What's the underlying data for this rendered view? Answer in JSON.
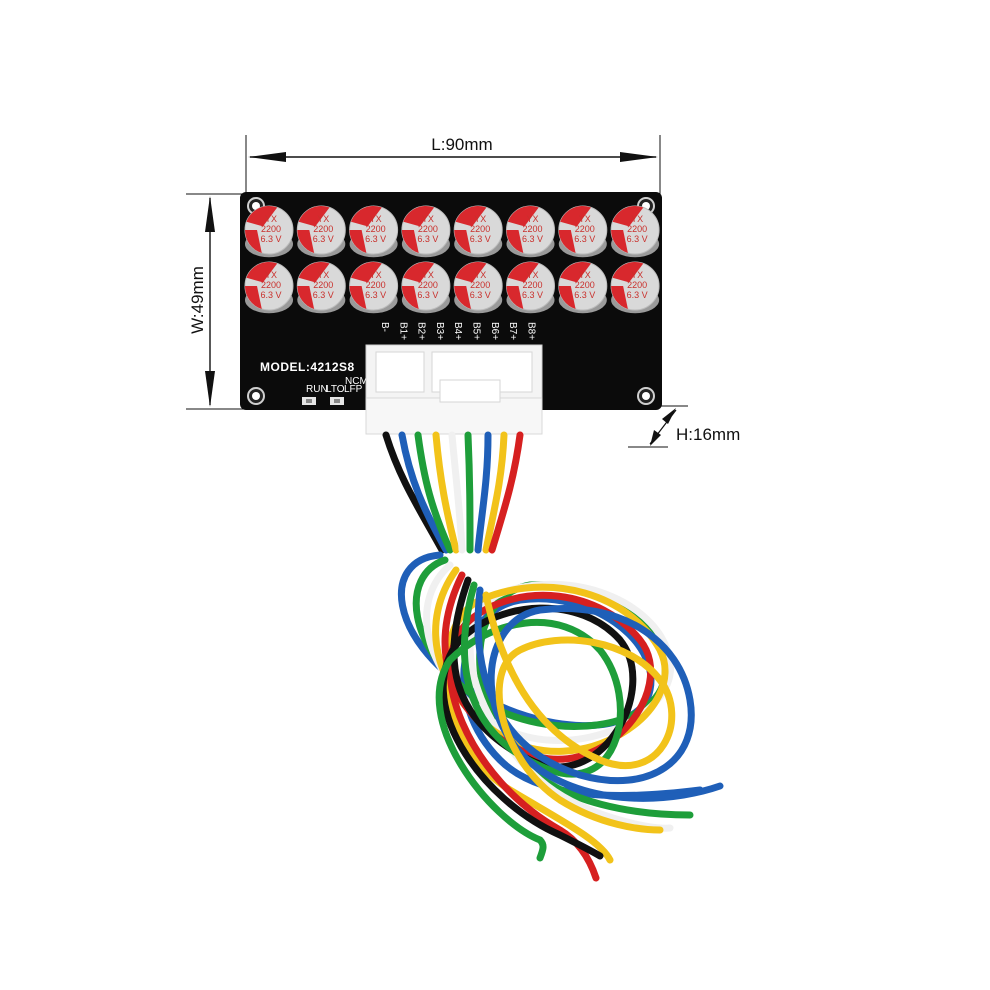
{
  "dimensions": {
    "length": "L:90mm",
    "width": "W:49mm",
    "height": "H:16mm"
  },
  "board": {
    "model": "MODEL:4212S8",
    "silkscreen_right": "NCM",
    "indicators": [
      "RUN",
      "LTO",
      "LFP"
    ],
    "pin_labels": [
      "B-",
      "B1+",
      "B2+",
      "B3+",
      "B4+",
      "B5+",
      "B6+",
      "B7+",
      "B8+"
    ]
  },
  "capacitor": {
    "brand": "YX",
    "capacitance": "2200",
    "voltage": "6.3 V",
    "count": 16
  },
  "colors": {
    "pcb": "#0b0b0b",
    "capacitor_top": "#d9d9d9",
    "capacitor_stripe": "#d8282d",
    "connector": "#f4f4f4",
    "wires": [
      "#111111",
      "#1f5fb8",
      "#1e9e3a",
      "#f0f0f0",
      "#f2c31a",
      "#d62020",
      "#1e9e3a",
      "#1f5fb8"
    ]
  }
}
